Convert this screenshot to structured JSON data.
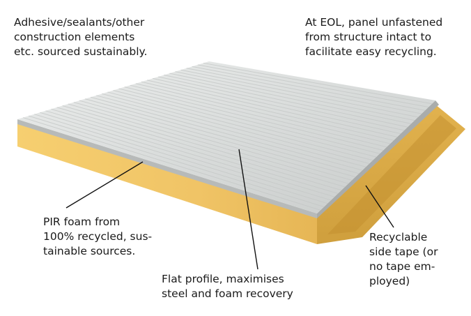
{
  "callouts": {
    "adhesive": {
      "lines": [
        "Adhesive/sealants/other",
        "construction elements",
        "etc. sourced sustainably."
      ]
    },
    "eol": {
      "lines": [
        "At EOL, panel unfastened",
        "from structure intact to",
        "facilitate easy recycling."
      ]
    },
    "pir_foam": {
      "lines": [
        "PIR foam from",
        "100% recycled, sus-",
        "tainable  sources."
      ]
    },
    "flat_profile": {
      "lines": [
        "Flat profile, maximises",
        "steel and foam recovery"
      ]
    },
    "side_tape": {
      "lines": [
        "Recyclable",
        "side tape (or",
        "no tape em-",
        "ployed)"
      ]
    }
  },
  "colors": {
    "steel_face": "#d7dad9",
    "steel_edge": "#c3c6c5",
    "foam_front": "#f0c76a",
    "foam_side": "#dcac4a",
    "leader_line": "#111111"
  }
}
